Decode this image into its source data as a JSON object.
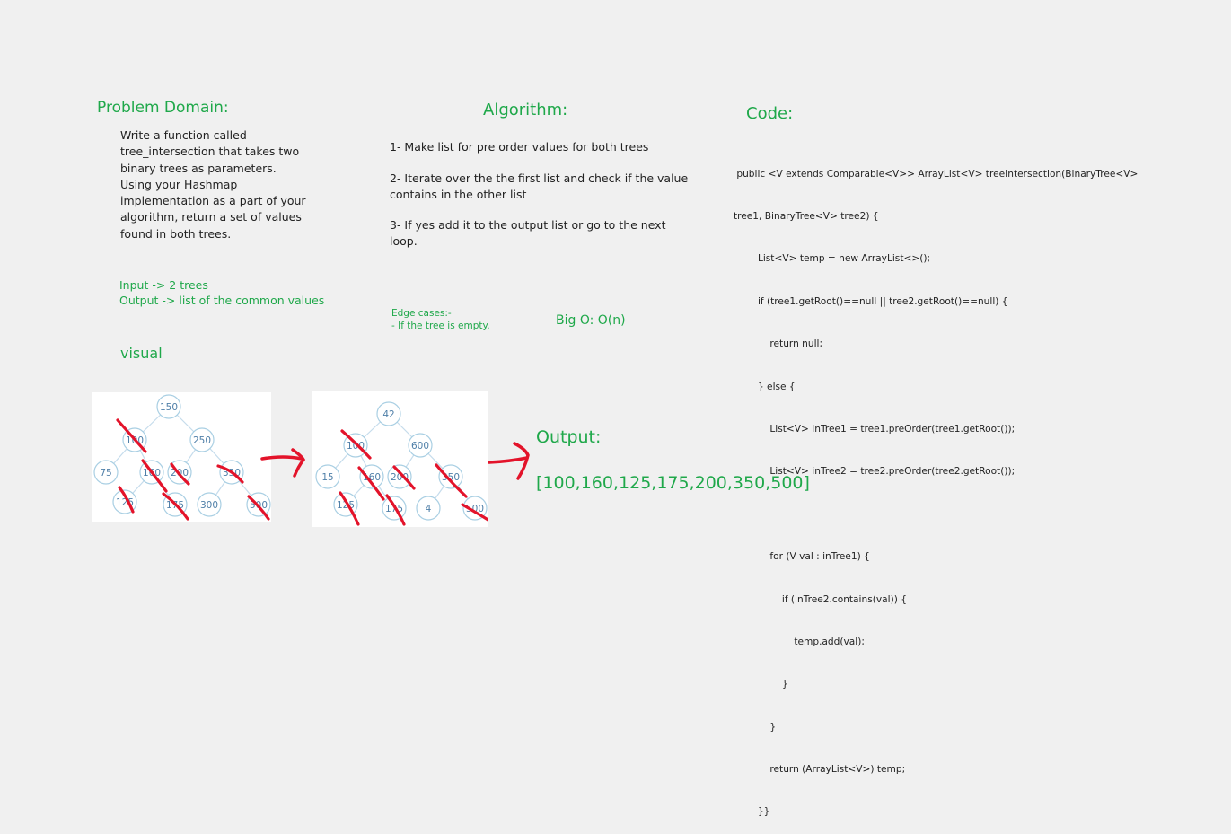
{
  "problem": {
    "heading": "Problem Domain:",
    "lines": [
      "Write a function called",
      "tree_intersection that takes two",
      "binary trees as parameters.",
      "Using your Hashmap",
      "implementation as a part of your",
      "algorithm, return a set of values",
      "found in both trees."
    ],
    "input": "Input -> 2 trees",
    "output": "Output -> list of the common values",
    "visual_label": "visual"
  },
  "algorithm": {
    "heading": "Algorithm:",
    "step1": "1- Make list for pre order values for both trees",
    "step2_line1": "2- Iterate over the the first list and check if the value",
    "step2_line2": "contains in the other list",
    "step3_line1": "3- If yes add it to the output list or go to the next",
    "step3_line2": "loop.",
    "edge_title": "Edge cases:-",
    "edge_item": "- If the tree is empty.",
    "big_o": "Big O: O(n)"
  },
  "code": {
    "heading": "Code:",
    "lines": [
      " public <V extends Comparable<V>> ArrayList<V> treeIntersection(BinaryTree<V>",
      "tree1, BinaryTree<V> tree2) {",
      "        List<V> temp = new ArrayList<>();",
      "        if (tree1.getRoot()==null || tree2.getRoot()==null) {",
      "            return null;",
      "        } else {",
      "            List<V> inTree1 = tree1.preOrder(tree1.getRoot());",
      "            List<V> inTree2 = tree2.preOrder(tree2.getRoot());",
      "",
      "            for (V val : inTree1) {",
      "                if (inTree2.contains(val)) {",
      "                    temp.add(val);",
      "                }",
      "            }",
      "            return (ArrayList<V>) temp;",
      "        }}"
    ]
  },
  "tree1": {
    "nodes": [
      "150",
      "100",
      "250",
      "75",
      "160",
      "200",
      "350",
      "125",
      "175",
      "300",
      "500"
    ]
  },
  "tree2": {
    "nodes": [
      "42",
      "100",
      "600",
      "15",
      "160",
      "200",
      "350",
      "125",
      "175",
      "4",
      "500"
    ]
  },
  "result": {
    "heading": "Output:",
    "value": "[100,160,125,175,200,350,500]"
  },
  "colors": {
    "accent_green": "#1fa84a",
    "strike_red": "#e3132a",
    "node_stroke": "#a9cfe3",
    "node_text": "#4f7fa8",
    "edge": "#c5dcec"
  }
}
